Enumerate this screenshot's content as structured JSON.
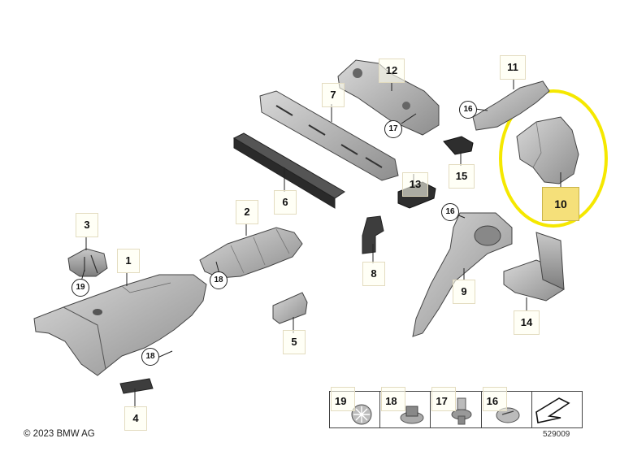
{
  "diagram": {
    "part_labels": [
      "1",
      "2",
      "3",
      "4",
      "5",
      "6",
      "7",
      "8",
      "9",
      "10",
      "11",
      "12",
      "13",
      "14",
      "15"
    ],
    "highlighted_part": "10",
    "callouts": [
      "16",
      "16",
      "17",
      "18",
      "18",
      "19"
    ],
    "legend": [
      "19",
      "18",
      "17",
      "16"
    ],
    "copyright": "© 2023 BMW AG",
    "reference_number": "529009",
    "colors": {
      "highlight_ring": "#f5e800",
      "highlight_fill": "#f5e07a",
      "part_grey": "#a9a9a9",
      "line": "#222222"
    }
  }
}
